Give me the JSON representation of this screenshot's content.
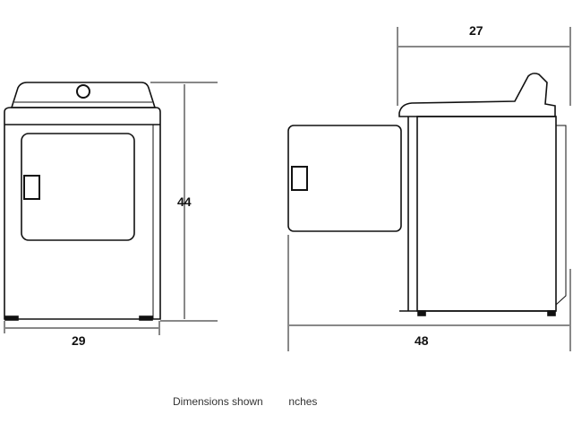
{
  "dimensions": {
    "front_width": "29",
    "front_height": "44",
    "side_depth": "27",
    "side_depth_door_open": "48"
  },
  "caption": {
    "part1": "Dimensions shown",
    "part2": "nches"
  },
  "colors": {
    "line": "#111111",
    "background": "#ffffff",
    "caption": "#333333"
  }
}
